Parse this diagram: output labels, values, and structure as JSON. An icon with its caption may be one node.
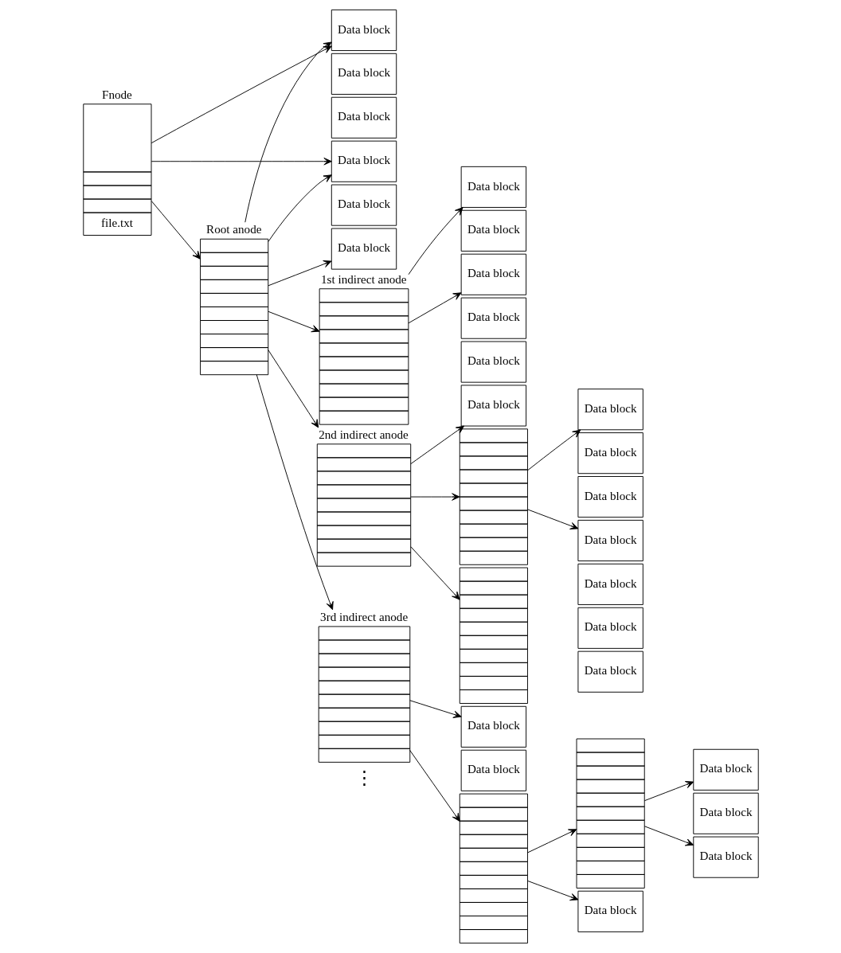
{
  "diagram": {
    "nodes": [
      {
        "text": [
          "Fnode",
          "file.txt"
        ]
      },
      {
        "text": [
          "Data block"
        ]
      },
      {
        "text": [
          "Data block"
        ]
      },
      {
        "text": [
          "Data block"
        ]
      },
      {
        "text": [
          "Data block"
        ]
      },
      {
        "text": [
          "Data block"
        ]
      },
      {
        "text": [
          "Root anode"
        ]
      },
      {
        "text": [
          "Data block"
        ]
      },
      {
        "text": [
          "1st indirect anode"
        ]
      },
      {
        "text": [
          "Data block"
        ]
      },
      {
        "text": [
          "Data block"
        ]
      },
      {
        "text": [
          "Data block"
        ]
      },
      {
        "text": [
          "Data block"
        ]
      },
      {
        "text": [
          "Data block"
        ]
      },
      {
        "text": [
          "2nd indirect anode"
        ]
      },
      {
        "text": [
          "Data block"
        ]
      },
      {
        "text": [],
        "shape": "box"
      },
      {
        "text": [],
        "shape": "box"
      },
      {
        "text": [
          "Data block"
        ]
      },
      {
        "text": [
          "Data block"
        ]
      },
      {
        "text": [
          "Data block"
        ]
      },
      {
        "text": [
          "Data block"
        ]
      },
      {
        "text": [
          "Data block"
        ]
      },
      {
        "text": [
          "Data block"
        ]
      },
      {
        "text": [
          "Data block"
        ]
      },
      {
        "text": [
          "3rd indirect anode"
        ]
      },
      {
        "text": [
          "Data block"
        ]
      },
      {
        "text": [
          "Data block"
        ]
      },
      {
        "text": [
          "Data block"
        ]
      },
      {
        "text": [],
        "shape": "box"
      },
      {
        "text": [],
        "shape": "box"
      },
      {
        "text": [
          "Data block"
        ]
      },
      {
        "text": [
          "Data block"
        ]
      },
      {
        "text": [
          "Data block"
        ]
      }
    ],
    "edges": [
      {
        "from": 0,
        "to": 1,
        "arrow": "to"
      },
      {
        "from": 0,
        "to": 4,
        "arrow": "to"
      },
      {
        "from": 0,
        "to": 6,
        "arrow": "to"
      },
      {
        "from": 6,
        "to": 1,
        "arrow": "to"
      },
      {
        "from": 6,
        "to": 4,
        "arrow": "to"
      },
      {
        "from": 6,
        "to": 7,
        "arrow": "to"
      },
      {
        "from": 6,
        "to": 8,
        "arrow": "to"
      },
      {
        "from": 6,
        "to": 14,
        "arrow": "to"
      },
      {
        "from": 6,
        "to": 25,
        "arrow": "to"
      },
      {
        "from": 8,
        "to": 9,
        "arrow": "to"
      },
      {
        "from": 8,
        "to": 11,
        "arrow": "to"
      },
      {
        "from": 14,
        "to": 15,
        "arrow": "to"
      },
      {
        "from": 14,
        "to": 16,
        "arrow": "to"
      },
      {
        "from": 14,
        "to": 17,
        "arrow": "to"
      },
      {
        "from": 16,
        "to": 18,
        "arrow": "to"
      },
      {
        "from": 16,
        "to": 21,
        "arrow": "to"
      },
      {
        "from": 25,
        "to": 26,
        "arrow": "to"
      },
      {
        "from": 25,
        "to": 29,
        "arrow": "to"
      },
      {
        "from": 29,
        "to": 28,
        "arrow": "to"
      },
      {
        "from": 29,
        "to": 30,
        "arrow": "to"
      },
      {
        "from": 30,
        "to": 31,
        "arrow": "to"
      },
      {
        "from": 30,
        "to": 33,
        "arrow": "to"
      }
    ],
    "labels": [
      "⋮"
    ]
  }
}
